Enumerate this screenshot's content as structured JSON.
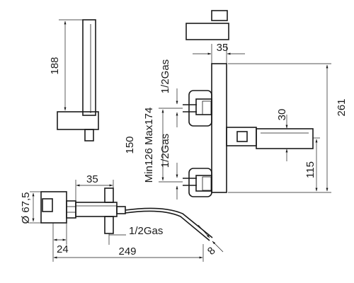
{
  "dimensions": {
    "handshower_length": "188",
    "body_projection": "35",
    "total_height": "261",
    "spout_height": "30",
    "spout_axis_height": "115",
    "center_range": "Min126 Max174",
    "center_nominal": "150",
    "inlet_upper": "1/2Gas",
    "inlet_lower": "1/2Gas",
    "plan_depth": "35",
    "body_diameter": "Ø 67,5",
    "hose_connection": "1/2Gas",
    "wall_offset": "24",
    "total_length": "249",
    "hose_diameter": "8"
  }
}
